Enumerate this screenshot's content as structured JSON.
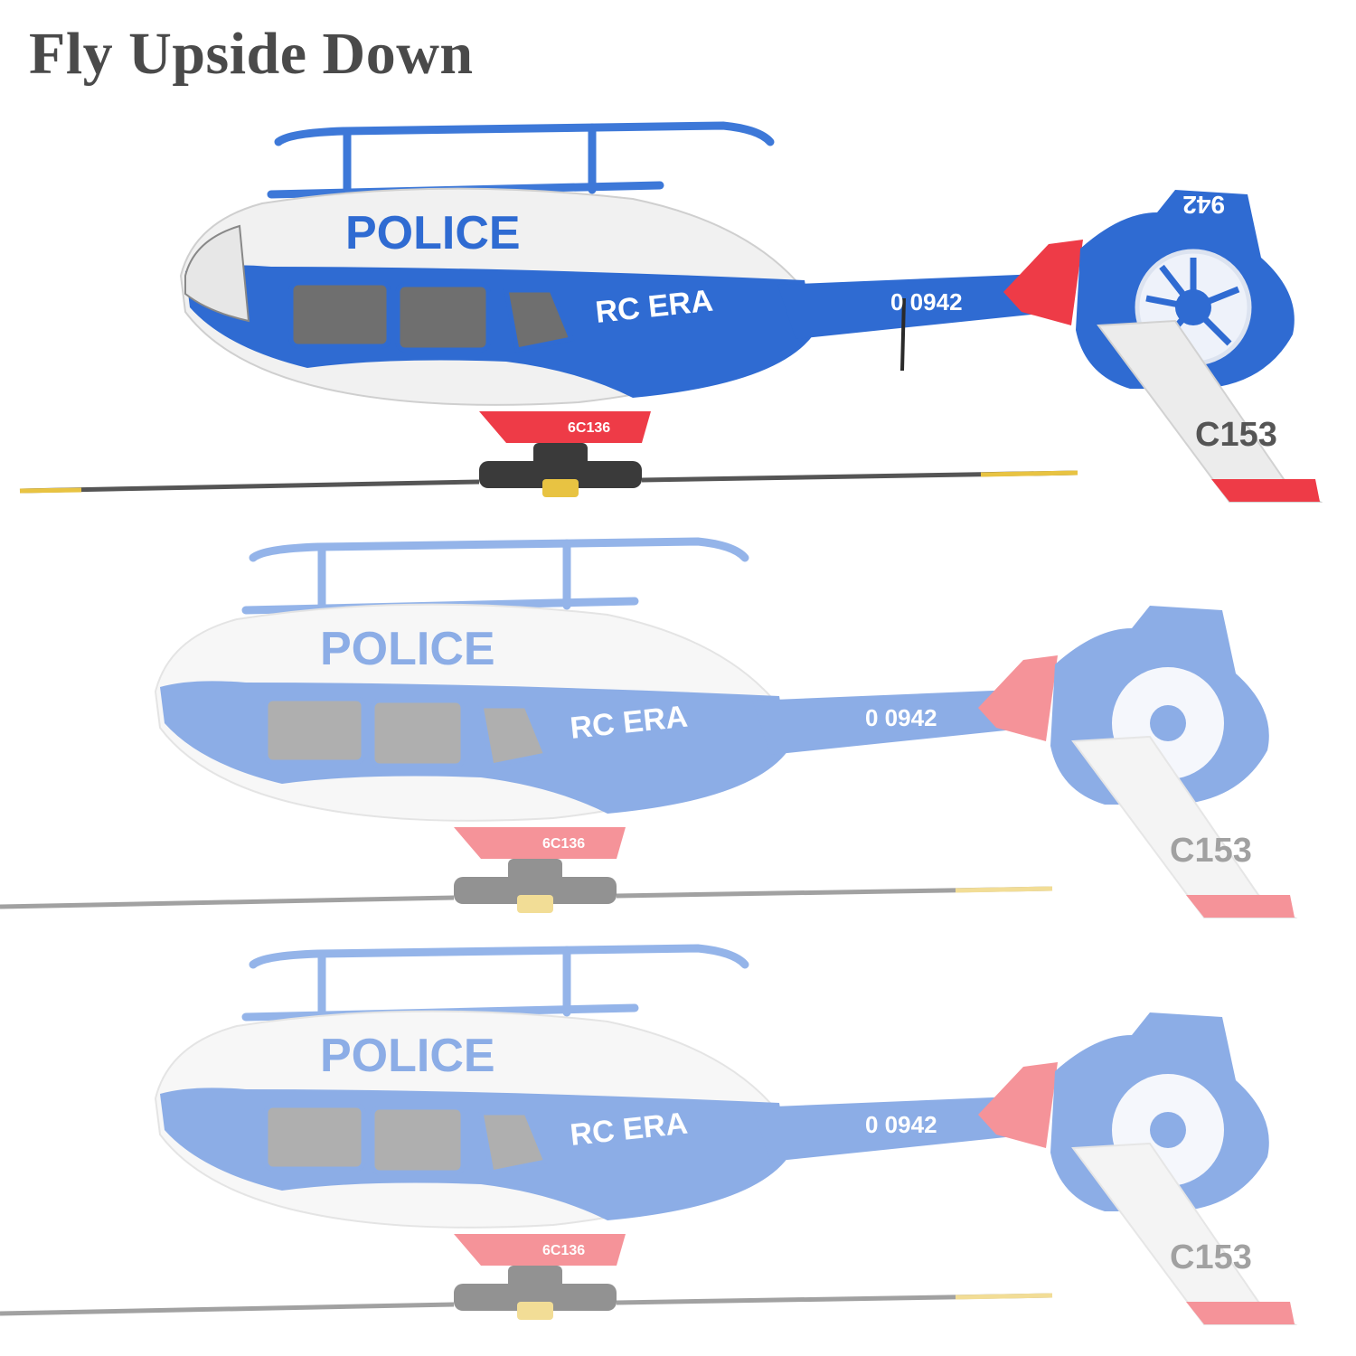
{
  "headline": "Fly Upside Down",
  "markings": {
    "police": "POLICE",
    "brand": "RC ERA",
    "registration": "0 0942",
    "model": "C153",
    "fin_code": "942",
    "belly_code": "6C136"
  },
  "colors": {
    "primary_blue": "#2f6bd2",
    "white_body": "#f3f3f3",
    "accent_red": "#ee3b47",
    "text_gray": "#4a4a4a"
  },
  "ghost_opacity": 0.55
}
